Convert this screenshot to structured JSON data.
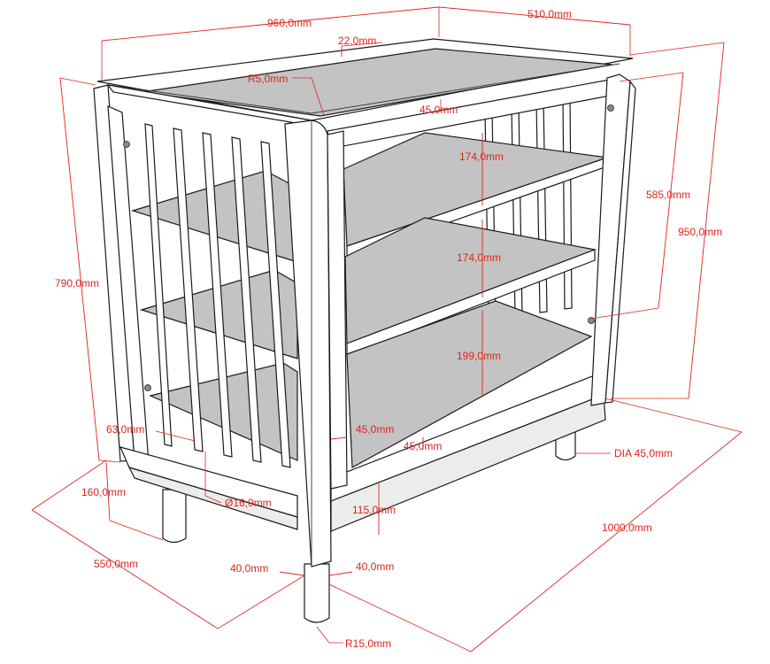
{
  "dimensions": {
    "width_top": "960,0mm",
    "depth_top": "510,0mm",
    "rim_thickness": "22,0mm",
    "corner_radius_top": "R5,0mm",
    "shelf_inset": "45,0mm",
    "shelf_gap_1": "174,0mm",
    "shelf_gap_2": "174,0mm",
    "shelf_gap_3": "199,0mm",
    "inner_height": "585,0mm",
    "total_height": "950,0mm",
    "body_height": "790,0mm",
    "side_inset": "63,0mm",
    "front_post_inset": "45,0mm",
    "base_inset": "45,0mm",
    "leg_diameter": "DIA 45,0mm",
    "leg_height_side": "160,0mm",
    "bar_diameter": "Ø16,0mm",
    "base_height": "115,0mm",
    "overall_width": "1000,0mm",
    "overall_depth": "550,0mm",
    "post_left": "40,0mm",
    "post_right": "40,0mm",
    "leg_radius": "R15,0mm"
  }
}
